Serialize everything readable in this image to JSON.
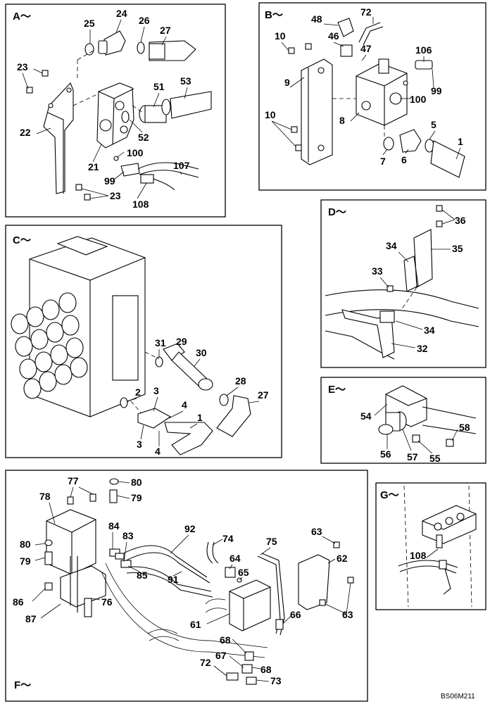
{
  "panels": {
    "A": {
      "title": "A～",
      "callouts": [
        "25",
        "24",
        "26",
        "27",
        "23",
        "51",
        "53",
        "22",
        "21",
        "52",
        "100",
        "99",
        "107",
        "108",
        "23"
      ]
    },
    "B": {
      "title": "B～",
      "callouts": [
        "48",
        "72",
        "10",
        "46",
        "47",
        "106",
        "9",
        "99",
        "100",
        "10",
        "8",
        "5",
        "1",
        "7",
        "6"
      ]
    },
    "C": {
      "title": "C～",
      "callouts": [
        "31",
        "29",
        "30",
        "28",
        "27",
        "2",
        "3",
        "4",
        "1",
        "3",
        "4"
      ]
    },
    "D": {
      "title": "D～",
      "callouts": [
        "36",
        "34",
        "35",
        "33",
        "34",
        "32"
      ]
    },
    "E": {
      "title": "E～",
      "callouts": [
        "54",
        "58",
        "56",
        "57",
        "55"
      ]
    },
    "F": {
      "title": "F～",
      "callouts": [
        "77",
        "80",
        "78",
        "79",
        "92",
        "74",
        "84",
        "83",
        "75",
        "80",
        "79",
        "64",
        "65",
        "62",
        "63",
        "85",
        "91",
        "86",
        "76",
        "87",
        "61",
        "66",
        "63",
        "68",
        "67",
        "72",
        "68",
        "73"
      ]
    },
    "G": {
      "title": "G～",
      "callouts": [
        "108"
      ]
    }
  },
  "reference_code": "BS06M211"
}
